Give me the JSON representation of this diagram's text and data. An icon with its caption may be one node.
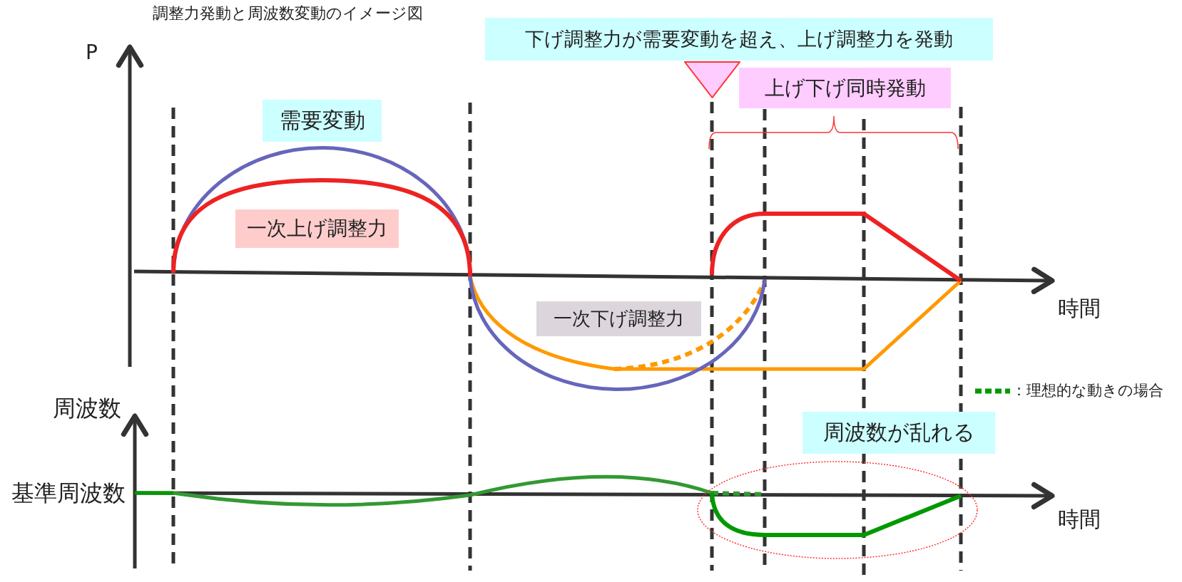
{
  "diagram": {
    "title": "調整力発動と周波数変動のイメージ図",
    "nodes": [
      {
        "text": [
          "下げ調整力が需要変動を超え、上げ調整力を発動"
        ]
      },
      {
        "text": [],
        "shape": "triangle"
      },
      {
        "text": [
          "上げ下げ同時発動"
        ]
      },
      {
        "text": [
          "需要変動"
        ]
      },
      {
        "text": [
          "一次上げ調整力"
        ]
      },
      {
        "text": [
          "一次下げ調整力"
        ]
      },
      {
        "text": [
          "周波数が乱れる"
        ]
      }
    ],
    "labels": [
      "P",
      "時間",
      "周波数",
      "基準周波数",
      "時間"
    ],
    "legend": [
      {
        "text": "：理想的な動きの場合"
      }
    ]
  }
}
